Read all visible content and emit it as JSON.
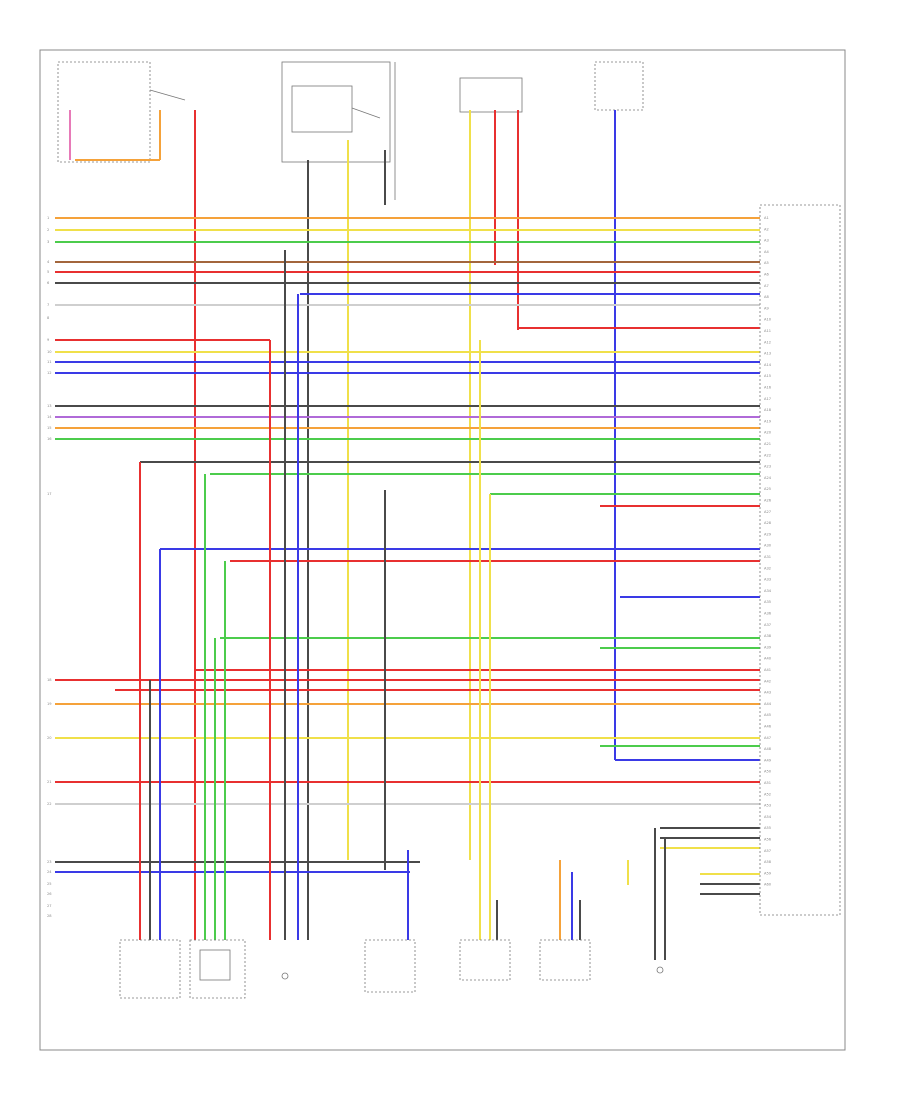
{
  "diagram": {
    "title": "",
    "footer_code": "",
    "wire_colors": {
      "red": "#e83030",
      "orange": "#f5a23a",
      "yellow": "#f0e04a",
      "green": "#4ccc4c",
      "blue": "#3a3ae6",
      "dark": "#4a4a4a",
      "pink": "#e77ab8",
      "brown": "#a3663c",
      "white": "#cfcfcf",
      "violet": "#b06ad8"
    },
    "left_pins": [
      "1",
      "2",
      "3",
      "4",
      "5",
      "6",
      "7",
      "8",
      "9",
      "10",
      "11",
      "12",
      "13",
      "14",
      "15",
      "16",
      "17",
      "18",
      "19",
      "20",
      "21",
      "22",
      "23",
      "24",
      "25",
      "26",
      "27",
      "28"
    ],
    "right_pins": [
      "A1",
      "A2",
      "A3",
      "A4",
      "A5",
      "A6",
      "A7",
      "A8",
      "A9",
      "A10",
      "A11",
      "A12",
      "A13",
      "A14",
      "A15",
      "A16",
      "A17",
      "A18",
      "A19",
      "A20",
      "A21",
      "A22",
      "A23",
      "A24",
      "A25",
      "A26",
      "A27",
      "A28",
      "A29",
      "A30",
      "A31",
      "A32",
      "A33",
      "A34",
      "A35",
      "A36",
      "A37",
      "A38",
      "A39",
      "A40",
      "A41",
      "A42",
      "A43",
      "A44",
      "A45",
      "A46",
      "A47",
      "A48",
      "A49",
      "A50",
      "A51",
      "A52",
      "A53",
      "A54",
      "A55",
      "A56",
      "A57",
      "A58",
      "A59",
      "A60"
    ],
    "right_labels": [
      "",
      "",
      "",
      "",
      "",
      "",
      "",
      "",
      "",
      "",
      "",
      "",
      "",
      "",
      "",
      "",
      "",
      "",
      "",
      "",
      "",
      "",
      "",
      "",
      "",
      "",
      "",
      "",
      "",
      "",
      "",
      "",
      "",
      "",
      "",
      "",
      "",
      "",
      "",
      "",
      "",
      "",
      "",
      "",
      "",
      "",
      "",
      "",
      "",
      "",
      "",
      "",
      "",
      "",
      "",
      "",
      "",
      "",
      "",
      ""
    ],
    "bottom_components": [
      {
        "label": ""
      },
      {
        "label": ""
      },
      {
        "label": ""
      },
      {
        "label": ""
      },
      {
        "label": ""
      },
      {
        "label": ""
      },
      {
        "label": ""
      }
    ],
    "top_components": [
      {
        "label": ""
      },
      {
        "label": ""
      },
      {
        "label": ""
      },
      {
        "label": ""
      },
      {
        "label": ""
      }
    ],
    "ecm_label": ""
  }
}
